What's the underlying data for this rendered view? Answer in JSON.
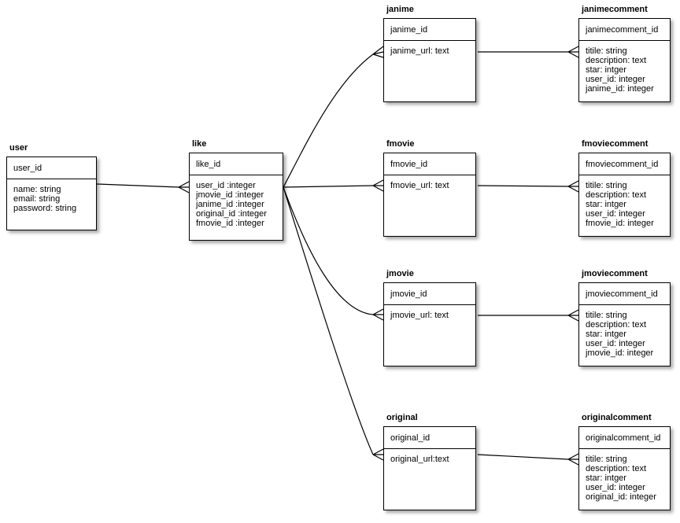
{
  "diagram": {
    "kind": "entity-relationship-diagram",
    "colors": {
      "line": "#000000",
      "box_fill": "#ffffff",
      "text": "#000000"
    },
    "tables": {
      "user": {
        "title": "user",
        "pk": "user_id",
        "fields": [
          "name: string",
          "email: string",
          "password: string"
        ]
      },
      "like": {
        "title": "like",
        "pk": "like_id",
        "fields": [
          "user_id :integer",
          "jmovie_id :integer",
          "janime_id :integer",
          "original_id :integer",
          "fmovie_id :integer"
        ]
      },
      "janime": {
        "title": "janime",
        "pk": "janime_id",
        "fields": [
          "janime_url: text"
        ]
      },
      "janimecomment": {
        "title": "janimecomment",
        "pk": "janimecomment_id",
        "fields": [
          "titile: string",
          "description: text",
          "star: intger",
          "user_id: integer",
          "janime_id: integer"
        ]
      },
      "fmovie": {
        "title": "fmovie",
        "pk": "fmovie_id",
        "fields": [
          "fmovie_url: text"
        ]
      },
      "fmoviecomment": {
        "title": "fmoviecomment",
        "pk": "fmoviecomment_id",
        "fields": [
          "titile: string",
          "description: text",
          "star: intger",
          "user_id: integer",
          "fmovie_id: integer"
        ]
      },
      "jmovie": {
        "title": "jmovie",
        "pk": "jmovie_id",
        "fields": [
          "jmovie_url: text"
        ]
      },
      "jmoviecomment": {
        "title": "jmoviecomment",
        "pk": "jmoviecomment_id",
        "fields": [
          "titile: string",
          "description: text",
          "star: intger",
          "user_id: integer",
          "jmovie_id: integer"
        ]
      },
      "original": {
        "title": "original",
        "pk": "original_id",
        "fields": [
          "original_url:text"
        ]
      },
      "originalcomment": {
        "title": "originalcomment",
        "pk": "originalcomment_id",
        "fields": [
          "titile: string",
          "description: text",
          "star: intger",
          "user_id: integer",
          "original_id: integer"
        ]
      }
    },
    "connections": [
      {
        "from": "user",
        "to": "like",
        "many_at": "like"
      },
      {
        "from": "like",
        "to": "janime",
        "many_at": "janime"
      },
      {
        "from": "like",
        "to": "fmovie",
        "many_at": "fmovie"
      },
      {
        "from": "like",
        "to": "jmovie",
        "many_at": "jmovie"
      },
      {
        "from": "like",
        "to": "original",
        "many_at": "original"
      },
      {
        "from": "janime",
        "to": "janimecomment",
        "many_at": "janimecomment"
      },
      {
        "from": "fmovie",
        "to": "fmoviecomment",
        "many_at": "fmoviecomment"
      },
      {
        "from": "jmovie",
        "to": "jmoviecomment",
        "many_at": "jmoviecomment"
      },
      {
        "from": "original",
        "to": "originalcomment",
        "many_at": "originalcomment"
      }
    ]
  }
}
